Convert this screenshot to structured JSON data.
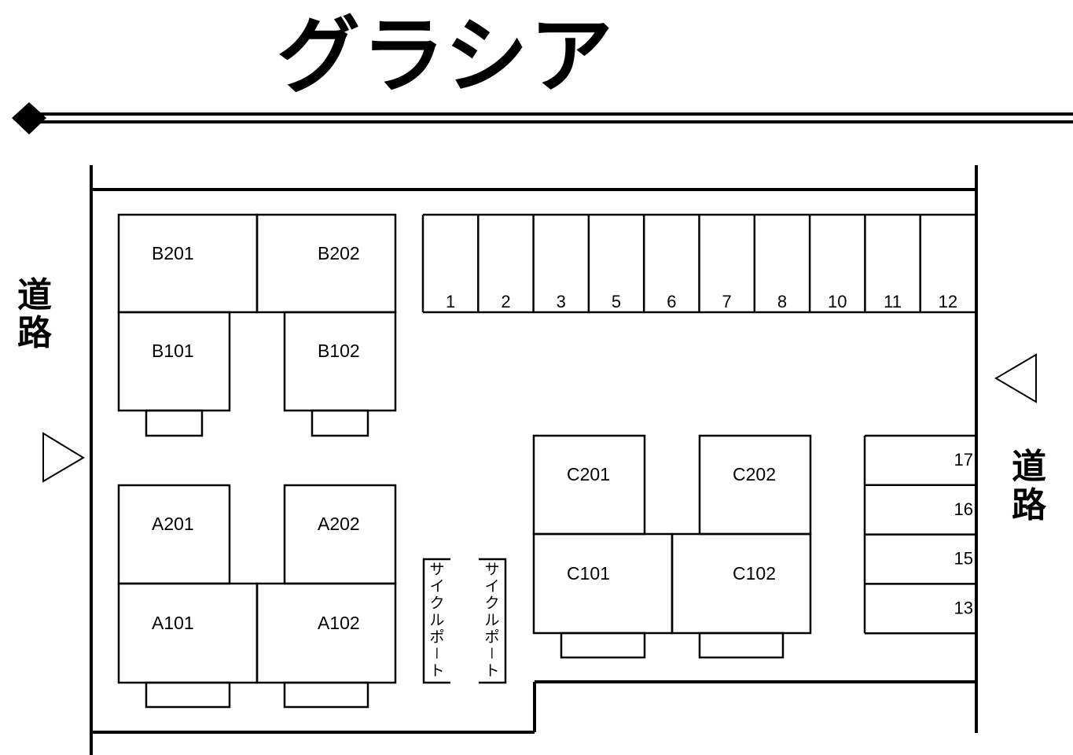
{
  "title": "グラシア",
  "road_left": "道路",
  "road_right": "道路",
  "units": {
    "B201": "B201",
    "B202": "B202",
    "B101": "B101",
    "B102": "B102",
    "A201": "A201",
    "A202": "A202",
    "A101": "A101",
    "A102": "A102",
    "C201": "C201",
    "C202": "C202",
    "C101": "C101",
    "C102": "C102"
  },
  "parking_top": [
    "1",
    "2",
    "3",
    "5",
    "6",
    "7",
    "8",
    "10",
    "11",
    "12"
  ],
  "parking_right": [
    "17",
    "16",
    "15",
    "13"
  ],
  "cycle_port": "サイクルポート"
}
